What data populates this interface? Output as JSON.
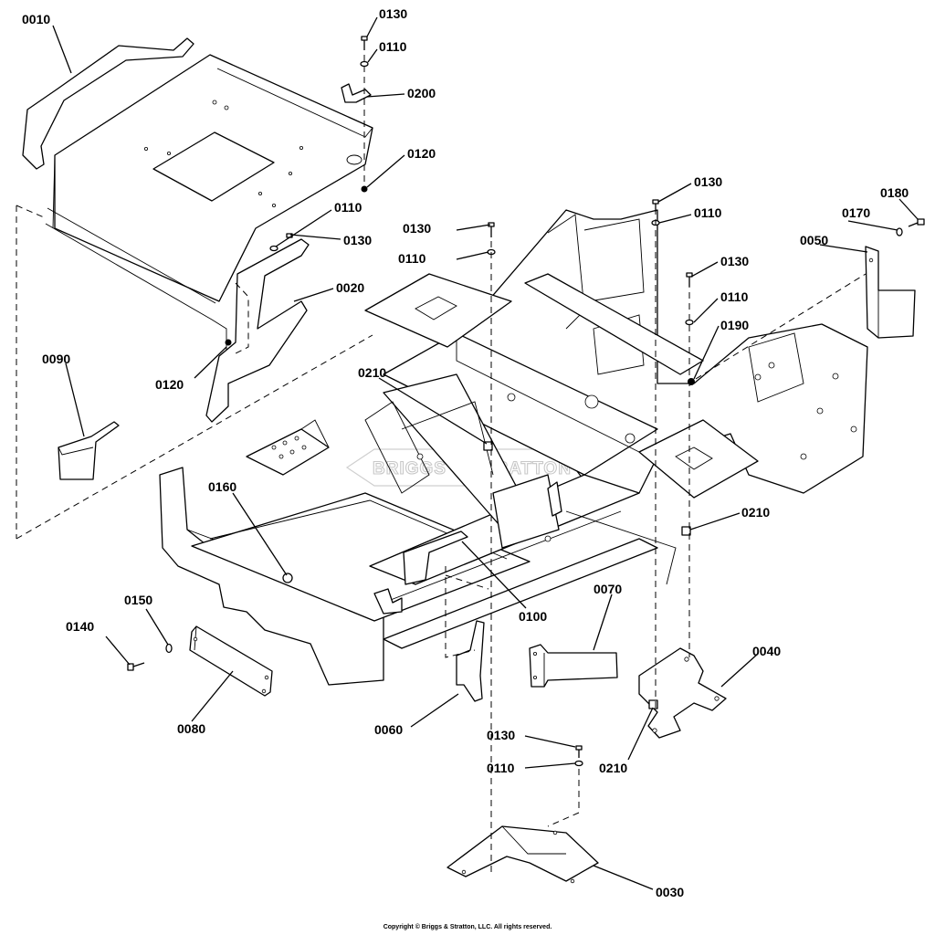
{
  "watermark": "BRIGGS & STRATTON",
  "copyright": "Copyright © Briggs & Stratton, LLC. All rights reserved.",
  "callouts": {
    "c0010": "0010",
    "c0020": "0020",
    "c0030": "0030",
    "c0040": "0040",
    "c0050": "0050",
    "c0060": "0060",
    "c0070": "0070",
    "c0080": "0080",
    "c0090": "0090",
    "c0100": "0100",
    "c0110a": "0110",
    "c0110b": "0110",
    "c0110c": "0110",
    "c0110d": "0110",
    "c0110e": "0110",
    "c0110f": "0110",
    "c0120a": "0120",
    "c0120b": "0120",
    "c0130a": "0130",
    "c0130b": "0130",
    "c0130c": "0130",
    "c0130d": "0130",
    "c0130e": "0130",
    "c0130f": "0130",
    "c0140": "0140",
    "c0150": "0150",
    "c0160": "0160",
    "c0170": "0170",
    "c0180": "0180",
    "c0190": "0190",
    "c0200": "0200",
    "c0210a": "0210",
    "c0210b": "0210",
    "c0210c": "0210"
  }
}
